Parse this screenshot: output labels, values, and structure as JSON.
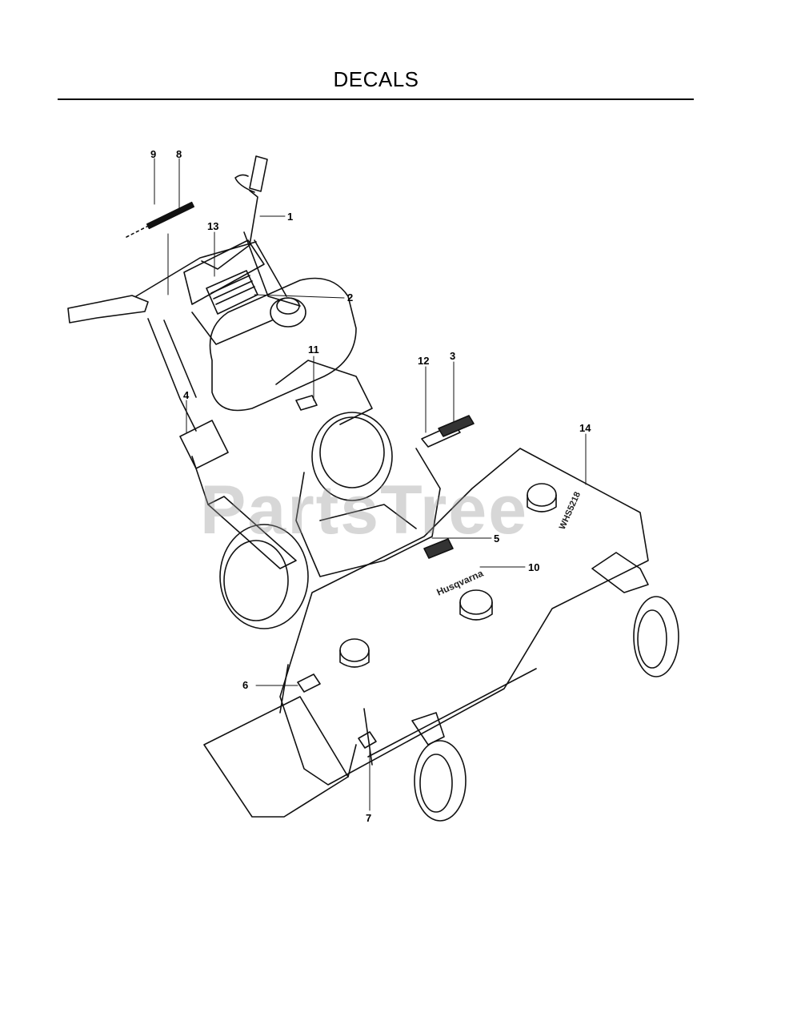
{
  "page": {
    "title": "DECALS",
    "watermark": "PartsTree"
  },
  "callouts": [
    {
      "id": "c1",
      "label": "1"
    },
    {
      "id": "c2",
      "label": "2"
    },
    {
      "id": "c3",
      "label": "3"
    },
    {
      "id": "c4",
      "label": "4"
    },
    {
      "id": "c5",
      "label": "5"
    },
    {
      "id": "c6",
      "label": "6"
    },
    {
      "id": "c7",
      "label": "7"
    },
    {
      "id": "c8",
      "label": "8"
    },
    {
      "id": "c9",
      "label": "9"
    },
    {
      "id": "c10",
      "label": "10"
    },
    {
      "id": "c11",
      "label": "11"
    },
    {
      "id": "c12",
      "label": "12"
    },
    {
      "id": "c13",
      "label": "13"
    },
    {
      "id": "c14",
      "label": "14"
    }
  ],
  "decal_text": {
    "brand": "Husqvarna",
    "model": "WHS5218"
  }
}
